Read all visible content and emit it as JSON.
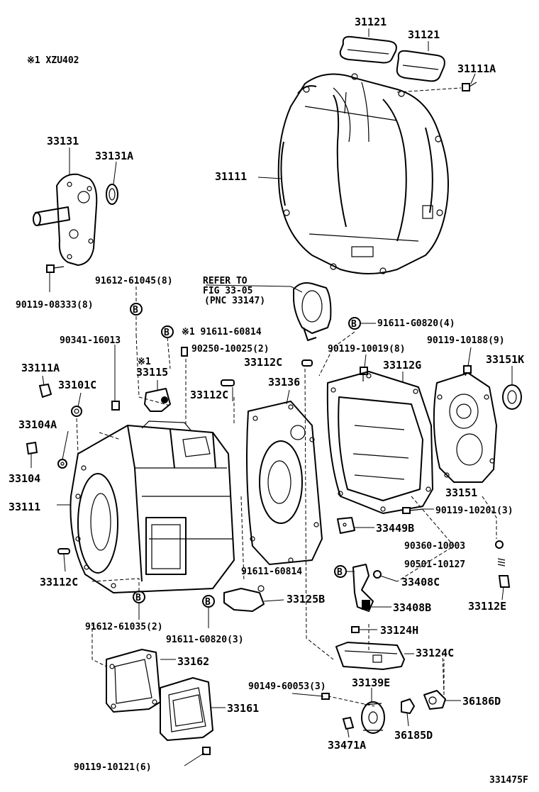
{
  "header_note": "※1 XZU402",
  "diagram_code": "331475F",
  "refer_note": [
    "REFER TO",
    "FIG 33-05",
    "(PNC 33147)"
  ],
  "circle_marker": "B",
  "callouts": {
    "c31121a": "31121",
    "c31121b": "31121",
    "c31111A_top": "31111A",
    "c31111": "31111",
    "c33131": "33131",
    "c33131A": "33131A",
    "c90119_08333": "90119-08333(8)",
    "c91612_61045": "91612-61045(8)",
    "c90341_16013": "90341-16013",
    "c91611_60814_top": "※1 91611-60814",
    "c90250_10025": "90250-10025(2)",
    "c91611_G0820_4": "91611-G0820(4)",
    "c90119_10019": "90119-10019(8)",
    "c90119_10188": "90119-10188(9)",
    "c33151K": "33151K",
    "c33111A": "33111A",
    "c33101C": "33101C",
    "c33115": "33115",
    "c33115_mark": "※1",
    "c33112C_upper": "33112C",
    "c33112C_mid": "33112C",
    "c33136": "33136",
    "c33112G": "33112G",
    "c33104A": "33104A",
    "c33104": "33104",
    "c33151": "33151",
    "c33111": "33111",
    "c90119_10201": "90119-10201(3)",
    "c33449B": "33449B",
    "c90360_10003": "90360-10003",
    "c90501_10127": "90501-10127",
    "c33112C_low": "33112C",
    "c91611_60814_low": "91611-60814",
    "c33408C": "33408C",
    "c33125B": "33125B",
    "c33408B": "33408B",
    "c33112E": "33112E",
    "c91612_61035": "91612-61035(2)",
    "c91611_G0820_3": "91611-G0820(3)",
    "c33124H": "33124H",
    "c33124C": "33124C",
    "c33162": "33162",
    "c90149_60053": "90149-60053(3)",
    "c33139E": "33139E",
    "c36186D": "36186D",
    "c33161": "33161",
    "c36185D": "36185D",
    "c33471A": "33471A",
    "c90119_10121": "90119-10121(6)"
  }
}
